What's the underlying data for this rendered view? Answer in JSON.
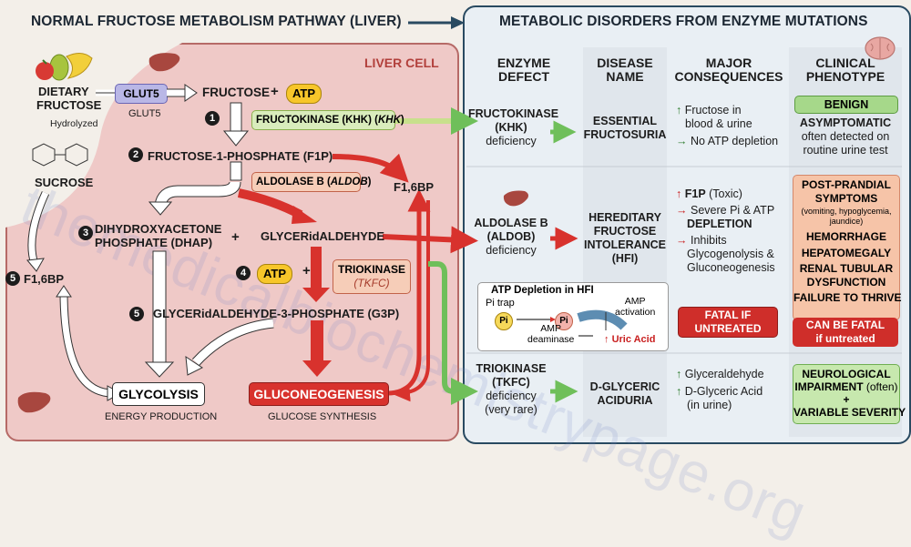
{
  "titles": {
    "left": "NORMAL FRUCTOSE METABOLISM PATHWAY (LIVER)",
    "right": "METABOLIC DISORDERS FROM ENZYME MUTATIONS"
  },
  "watermark": "themedicalbiochemistrypage.org",
  "pathway": {
    "liver_cell_label": "LIVER CELL",
    "dietary_fructose": [
      "DIETARY",
      "FRUCTOSE"
    ],
    "hydrolyzed": "Hydrolyzed",
    "sucrose": "SUCROSE",
    "glut5_box": "GLUT5",
    "glut5_label": "GLUT5",
    "fructose": "FRUCTOSE",
    "plus": "+",
    "atp": "ATP",
    "fructokinase": "FRUCTOKINASE (KHK) (",
    "fructokinase_gene": "KHK",
    "f1p": "FRUCTOSE-1-PHOSPHATE (F1P)",
    "aldolase_b": "ALDOLASE B (",
    "aldolase_gene": "ALDOB",
    "f16bp": "F1,6BP",
    "dhap": [
      "DIHYDROXYACETONE",
      "PHOSPHATE (DHAP)"
    ],
    "glyceraldehyde": "GLYCERidALDEHYDE",
    "triokinase": "TRIOKINASE",
    "triokinase_gene": "(TKFC)",
    "g3p": "GLYCERidALDEHYDE-3-PHOSPHATE (G3P)",
    "f16bp_left": "F1,6BP",
    "glycolysis": "GLYCOLYSIS",
    "energy": "ENERGY PRODUCTION",
    "gluconeogenesis": "GLUCONEOGENESIS",
    "glucose_synthesis": "GLUCOSE SYNTHESIS",
    "steps": [
      "1",
      "2",
      "3",
      "4",
      "5",
      "5"
    ]
  },
  "table": {
    "headers": [
      [
        "ENZYME",
        "DEFECT"
      ],
      [
        "DISEASE",
        "NAME"
      ],
      [
        "MAJOR",
        "CONSEQUENCES"
      ],
      [
        "CLINICAL",
        "PHENOTYPE"
      ]
    ],
    "rows": [
      {
        "enzyme": [
          "FRUCTOKINASE",
          "(KHK)"
        ],
        "enzyme_sub": "deficiency",
        "disease": [
          "ESSENTIAL",
          "FRUCTOSURIA"
        ],
        "consequences": [
          {
            "mark": "↑",
            "text": "Fructose in",
            "text2": "blood & urine"
          },
          {
            "mark": "→",
            "text": "No ATP depletion",
            "text2": ""
          }
        ],
        "phenotype_badge": "BENIGN",
        "phenotype_text": [
          "ASYMPTOMATIC",
          "often detected on",
          "routine urine test"
        ]
      },
      {
        "enzyme": [
          "ALDOLASE B",
          "(ALDOB)"
        ],
        "enzyme_sub": "deficiency",
        "disease": [
          "HEREDITARY",
          "FRUCTOSE",
          "INTOLERANCE",
          "(HFI)"
        ],
        "consequences": [
          {
            "mark": "↑",
            "text": "F1P",
            "text2": " (Toxic)"
          },
          {
            "mark": "→",
            "text": "Severe Pi & ATP",
            "text2": "DEPLETION"
          },
          {
            "mark": "→",
            "text": "Inhibits",
            "text2": "Glycogenolysis &",
            "text3": "Gluconeogenesis"
          }
        ],
        "phenotype_title": [
          "POST-PRANDIAL",
          "SYMPTOMS"
        ],
        "phenotype_note": [
          "(vomiting, hypoglycemia,",
          "jaundice)"
        ],
        "phenotype_list": [
          "HEMORRHAGE",
          "HEPATOMEGALY",
          "RENAL TUBULAR",
          "DYSFUNCTION",
          "FAILURE TO THRIVE"
        ],
        "phenotype_badge": [
          "CAN BE FATAL",
          "if untreated"
        ],
        "fatal_badge": [
          "FATAL IF",
          "UNTREATED"
        ]
      },
      {
        "enzyme": [
          "TRIOKINASE",
          "(TKFC)"
        ],
        "enzyme_sub": [
          "deficiency",
          "(very rare)"
        ],
        "disease": [
          "D-GLYCERIC",
          "ACIDURIA"
        ],
        "consequences": [
          {
            "mark": "↑",
            "text": "Glyceraldehyde",
            "text2": ""
          },
          {
            "mark": "↑",
            "text": "D-Glyceric Acid",
            "text2": "(in urine)"
          }
        ],
        "phenotype_text": [
          "NEUROLOGICAL",
          "IMPAIRMENT",
          "(often)",
          "+",
          "VARIABLE SEVERITY"
        ]
      }
    ],
    "atp_inset": {
      "title": "ATP Depletion in HFI",
      "pi_trap": "Pi trap",
      "pi1": "Pi",
      "pi2": "Pi",
      "amp_deaminase": [
        "AMP",
        "deaminase"
      ],
      "amp_activation": [
        "AMP",
        "activation"
      ],
      "uric_acid": "Uric Acid",
      "up": "↑"
    }
  },
  "colors": {
    "liver_bg": "#efc9c7",
    "panel_bg": "#e9eff4",
    "navy": "#294a61",
    "red": "#d8322d",
    "green": "#6fbf5a",
    "atp": "#f7c62a"
  }
}
